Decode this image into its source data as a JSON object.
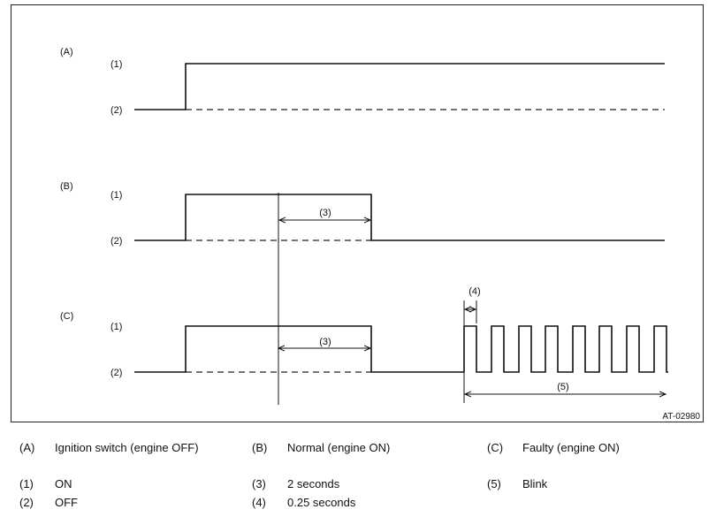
{
  "panels": [
    {
      "label": "(A)",
      "on_label": "(1)",
      "off_label": "(2)"
    },
    {
      "label": "(B)",
      "on_label": "(1)",
      "off_label": "(2)",
      "interval_label": "(3)"
    },
    {
      "label": "(C)",
      "on_label": "(1)",
      "off_label": "(2)",
      "interval_label": "(3)",
      "pulse_label": "(4)",
      "blink_label": "(5)"
    }
  ],
  "figure_code": "AT-02980",
  "legend": [
    {
      "key": "(A)",
      "text": "Ignition switch (engine OFF)"
    },
    {
      "key": "(B)",
      "text": "Normal (engine ON)"
    },
    {
      "key": "(C)",
      "text": "Faulty (engine ON)"
    },
    {
      "key": "(1)",
      "text": "ON"
    },
    {
      "key": "(2)",
      "text": "OFF"
    },
    {
      "key": "(3)",
      "text": "2 seconds"
    },
    {
      "key": "(4)",
      "text": "0.25 seconds"
    },
    {
      "key": "(5)",
      "text": "Blink"
    }
  ]
}
